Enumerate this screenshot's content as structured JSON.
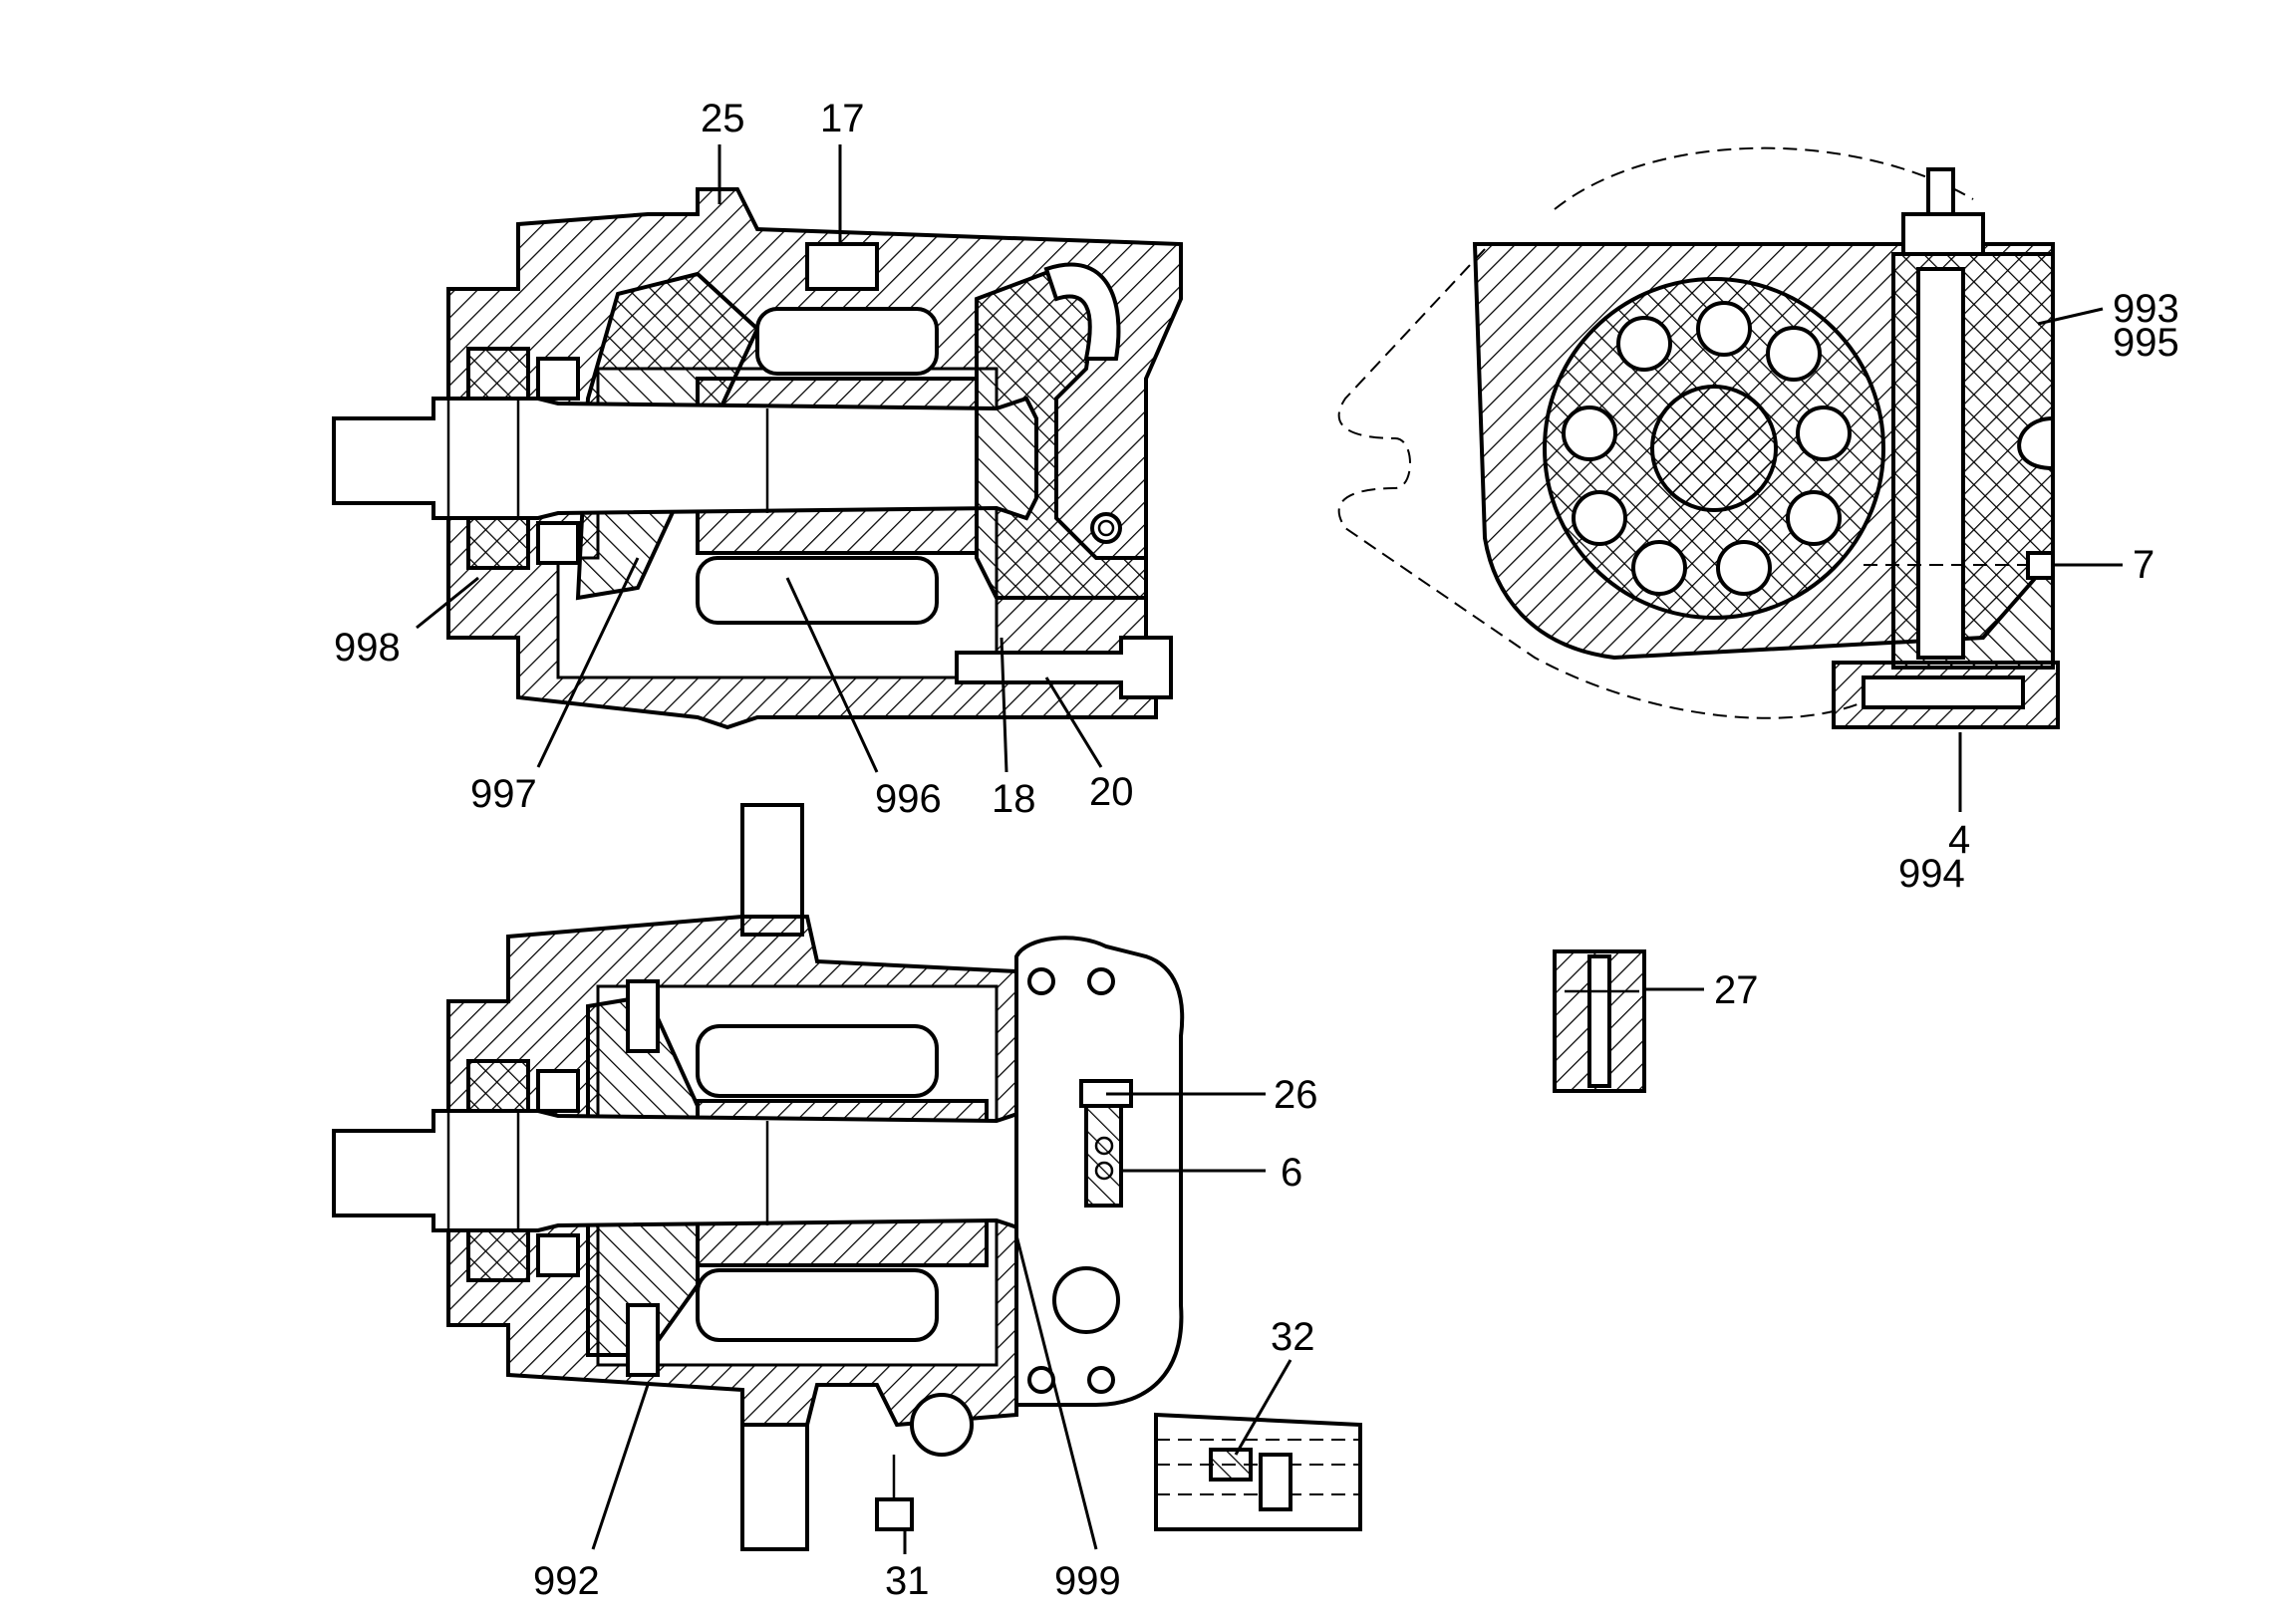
{
  "diagram": {
    "views": [
      "longitudinal-section-upper",
      "end-view-section",
      "longitudinal-section-lower",
      "detail-27",
      "detail-32"
    ],
    "labels": {
      "p25": "25",
      "p17": "17",
      "p998": "998",
      "p997": "997",
      "p996": "996",
      "p18": "18",
      "p20": "20",
      "p993": "993",
      "p995": "995",
      "p7": "7",
      "p4": "4",
      "p994": "994",
      "p27": "27",
      "p26": "26",
      "p6": "6",
      "p32": "32",
      "p992": "992",
      "p31": "31",
      "p999": "999"
    }
  }
}
